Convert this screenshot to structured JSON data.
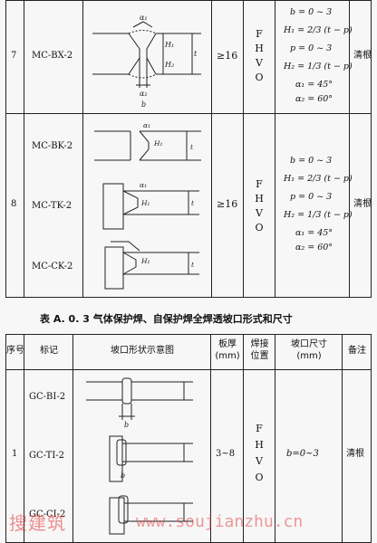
{
  "upper_table": {
    "row7": {
      "seq": "7",
      "mark": "MC-BX-2",
      "thickness": "≥16",
      "positions": [
        "F",
        "H",
        "V",
        "O"
      ],
      "dims": [
        "b = 0 ~ 3",
        "H₁ = 2/3 (t − p)",
        "p = 0 ~ 3",
        "H₂ = 1/3 (t − p)",
        "α₁ = 45°",
        "α₂ = 60°"
      ],
      "note": "清根"
    },
    "row8": {
      "seq": "8",
      "marks": [
        "MC-BK-2",
        "MC-TK-2",
        "MC-CK-2"
      ],
      "thickness": "≥16",
      "positions": [
        "F",
        "H",
        "V",
        "O"
      ],
      "dims": [
        "b = 0 ~ 3",
        "H₁ = 2/3 (t − p)",
        "p = 0 ~ 3",
        "H₂ = 1/3 (t − p)",
        "α₁ = 45°",
        "α₂ = 60°"
      ],
      "note": "清根"
    }
  },
  "caption": "表 A. 0. 3    气体保护焊、自保护焊全焊透坡口形式和尺寸",
  "lower_table": {
    "headers": {
      "seq": "序号",
      "mark": "标记",
      "diagram": "坡口形状示意图",
      "thickness": "板厚\n(mm)",
      "position": "焊接\n位置",
      "dims": "坡口尺寸\n(mm)",
      "note": "备注"
    },
    "row1": {
      "seq": "1",
      "marks": [
        "GC-BI-2",
        "GC-TI-2",
        "GC-CI-2"
      ],
      "thickness": "3~8",
      "positions": [
        "F",
        "H",
        "V",
        "O"
      ],
      "dims": "b=0~3",
      "note": "清根"
    }
  },
  "watermark": {
    "cn": "搜建筑",
    "url": "www.soujianzhu.cn"
  }
}
